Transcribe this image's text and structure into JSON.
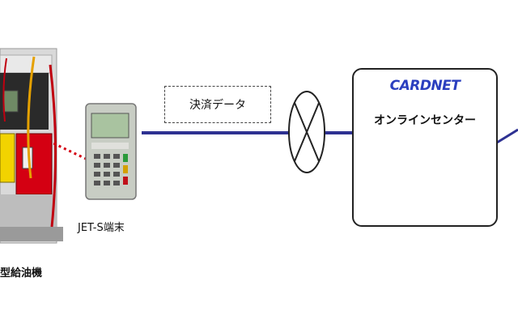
{
  "pump": {
    "label": "型給油機"
  },
  "terminal": {
    "label": "JET-S端末"
  },
  "network": {
    "data_label": "決済データ"
  },
  "center": {
    "logo_text": "CARDNET",
    "label": "オンラインセンター"
  },
  "colors": {
    "line": "#2e3192",
    "logo": "#2b3fbf",
    "pump_red": "#d40012",
    "pump_yellow": "#f2d300",
    "terminal_gray": "#c8cdc4"
  }
}
